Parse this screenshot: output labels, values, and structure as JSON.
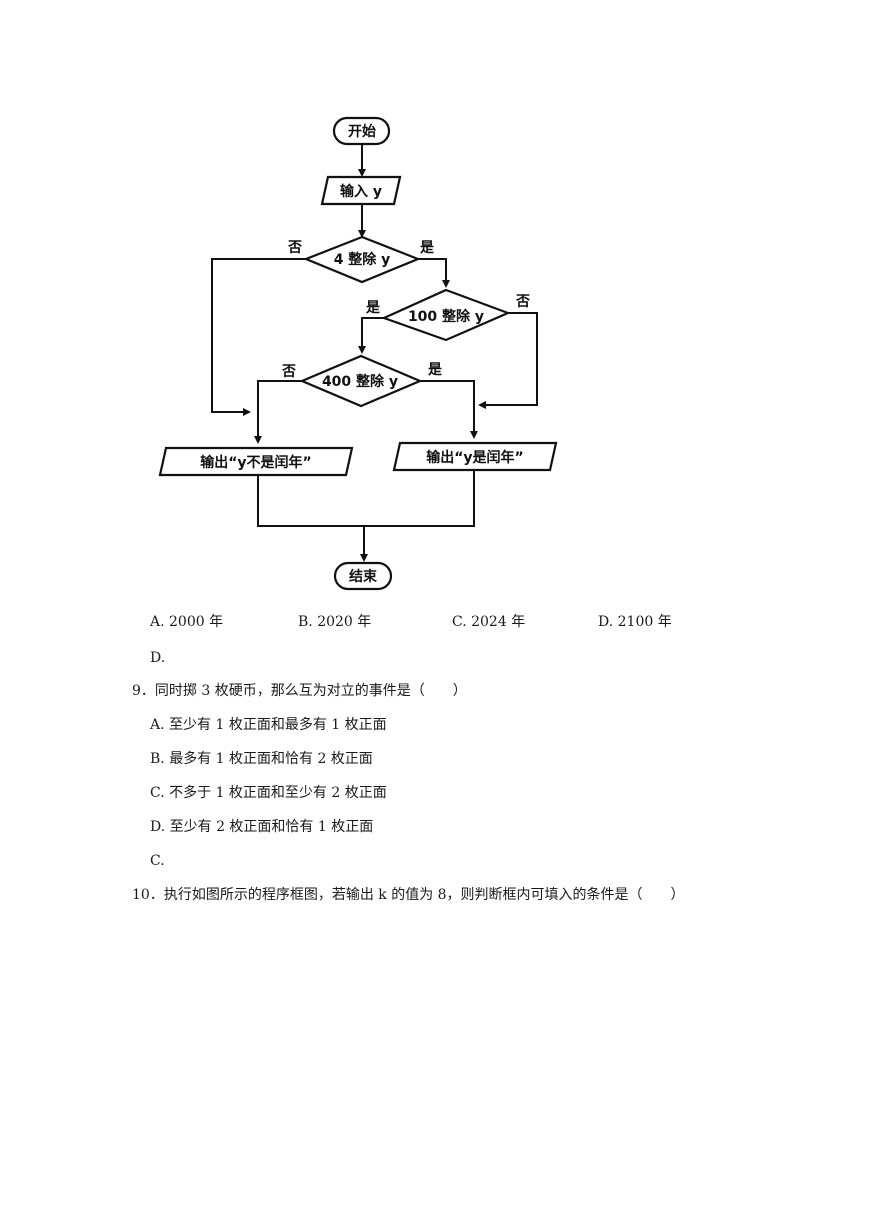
{
  "flowchart": {
    "start": "开始",
    "input": "输入 y",
    "decision1": "4 整除 y",
    "decision2": "100 整除 y",
    "decision3": "400 整除 y",
    "output_not_leap": "输出“y不是闰年”",
    "output_leap": "输出“y是闰年”",
    "end": "结束",
    "label_no": "否",
    "label_yes": "是"
  },
  "q8": {
    "options": [
      "A. 2000 年",
      "B. 2020 年",
      "C. 2024 年",
      "D. 2100 年"
    ],
    "answer": "D."
  },
  "q9": {
    "stem": "9．同时掷 3 枚硬币，那么互为对立的事件是（　　）",
    "options": [
      "A. 至少有 1 枚正面和最多有 1 枚正面",
      "B. 最多有 1 枚正面和恰有 2 枚正面",
      "C. 不多于 1 枚正面和至少有 2 枚正面",
      "D. 至少有 2 枚正面和恰有 1 枚正面"
    ],
    "answer": "C."
  },
  "q10": {
    "stem": "10．执行如图所示的程序框图，若输出 k 的值为 8，则判断框内可填入的条件是（　　）"
  }
}
